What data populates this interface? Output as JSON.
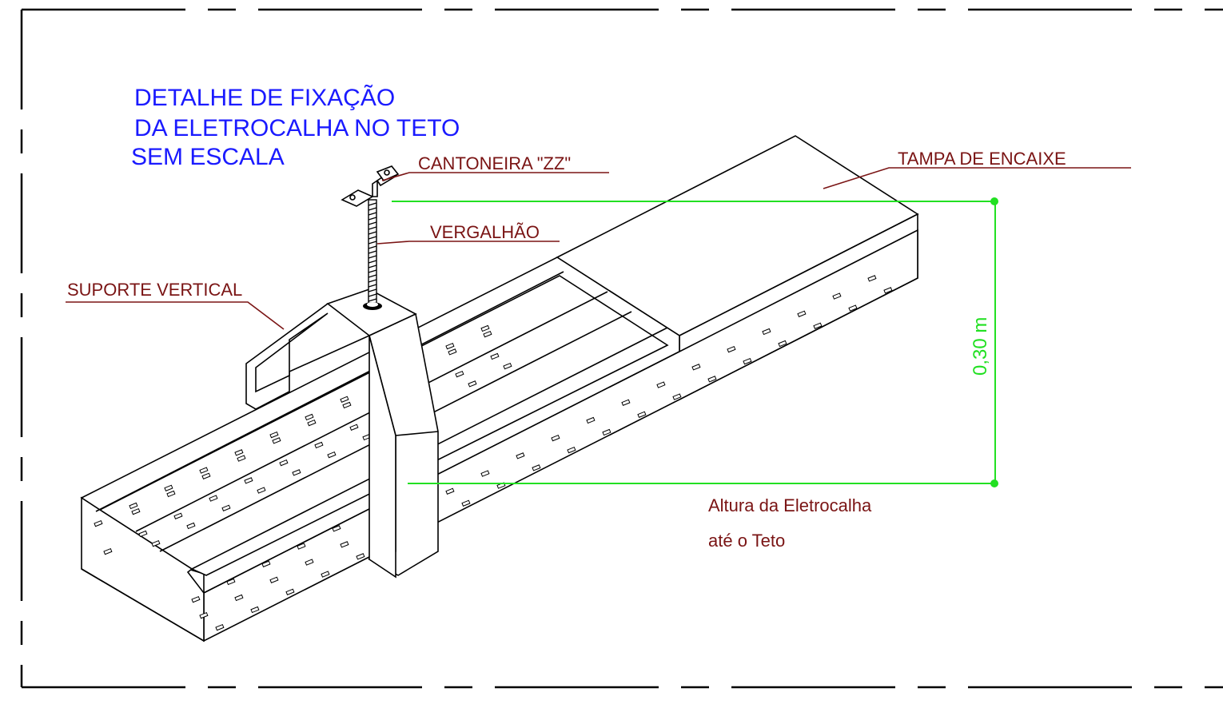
{
  "title": {
    "line1": "DETALHE DE FIXAÇÃO",
    "line2": "DA ELETROCALHA NO TETO",
    "line3": "SEM ESCALA"
  },
  "labels": {
    "cantoneira": "CANTONEIRA \"ZZ\"",
    "tampa": "TAMPA DE ENCAIXE",
    "vergalhao": "VERGALHÃO",
    "suporte": "SUPORTE VERTICAL",
    "altura_line1": "Altura da Eletrocalha",
    "altura_line2": "até o Teto"
  },
  "dimension": {
    "value": "0,30 m"
  },
  "colors": {
    "title": "#1a1aff",
    "labels": "#7a1414",
    "dimension": "#22e022",
    "linework": "#000000"
  }
}
